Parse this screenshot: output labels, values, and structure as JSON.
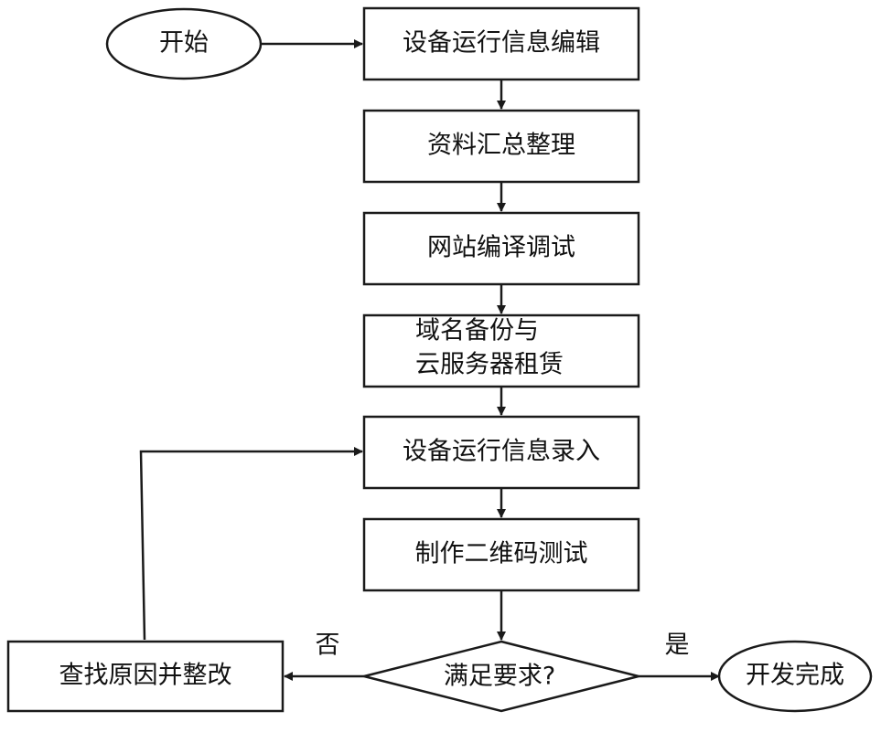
{
  "colors": {
    "stroke": "#1a1a1a",
    "text": "#111111",
    "background": "#ffffff"
  },
  "nodes": {
    "start": "开始",
    "edit_info": "设备运行信息编辑",
    "collect_data": "资料汇总整理",
    "compile_site": "网站编译调试",
    "domain_backup_line1": "域名备份与",
    "domain_backup_line2": "云服务器租赁",
    "enter_info": "设备运行信息录入",
    "qr_test": "制作二维码测试",
    "decision": "满足要求?",
    "fix": "查找原因并整改",
    "done": "开发完成"
  },
  "edges": {
    "no_label": "否",
    "yes_label": "是"
  }
}
